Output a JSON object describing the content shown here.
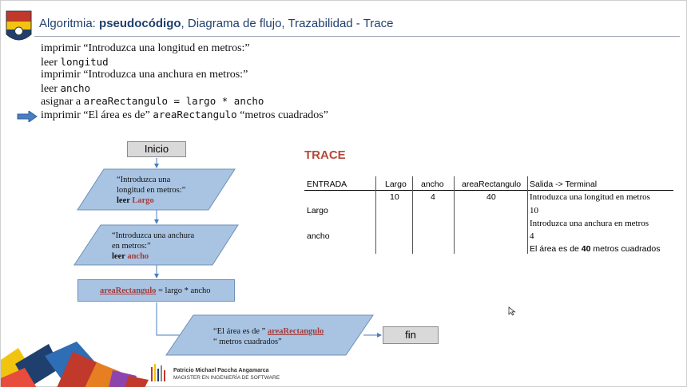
{
  "header": {
    "title_prefix": "Algoritmia: ",
    "title_bold": "pseudocódigo",
    "title_rest": ", Diagrama de flujo, Trazabilidad - Trace"
  },
  "pseudocode": {
    "line1": "imprimir “Introduzca una longitud en metros:”",
    "line2_kw": "leer ",
    "line2_var": "longitud",
    "line3": "imprimir “Introduzca una anchura en metros:”",
    "line4_kw": "leer ",
    "line4_var": "ancho",
    "line5_kw": "asignar a ",
    "line5_expr": "areaRectangulo = largo * ancho",
    "line6_kw": "imprimir “El área es de” ",
    "line6_var": "areaRectangulo",
    "line6_tail": " “metros cuadrados”"
  },
  "flowchart": {
    "start": "Inicio",
    "input1_line1": "“Introduzca una",
    "input1_line2": "longitud en metros:”",
    "input1_kw": "leer ",
    "input1_var": "Largo",
    "input2_line1": "“Introduzca una anchura",
    "input2_line2": "en metros:”",
    "input2_kw": "leer ",
    "input2_var": "ancho",
    "process_var": "areaRectangulo",
    "process_rest": " =  largo * ancho",
    "output_line1": "“El área es de ” ",
    "output_var": "areaRectangulo",
    "output_line2": "“ metros cuadrados”",
    "end": "fin"
  },
  "trace": {
    "title": "TRACE",
    "headers": [
      "ENTRADA",
      "Largo",
      "ancho",
      "areaRectangulo",
      "Salida -> Terminal"
    ],
    "values": {
      "largo": "10",
      "ancho": "4",
      "area": "40"
    },
    "entrada": [
      "Largo",
      "ancho"
    ],
    "salida": [
      "Introduzca una longitud en metros",
      "10",
      "Introduzca una anchura en metros",
      "4"
    ],
    "salida_last_prefix": "El área es de ",
    "salida_last_bold": "40",
    "salida_last_suffix": " metros cuadrados"
  },
  "footer": {
    "author": "Patricio Michael Paccha Angamarca",
    "role": "MAGISTER EN INGENIERÍA DE SOFTWARE"
  }
}
